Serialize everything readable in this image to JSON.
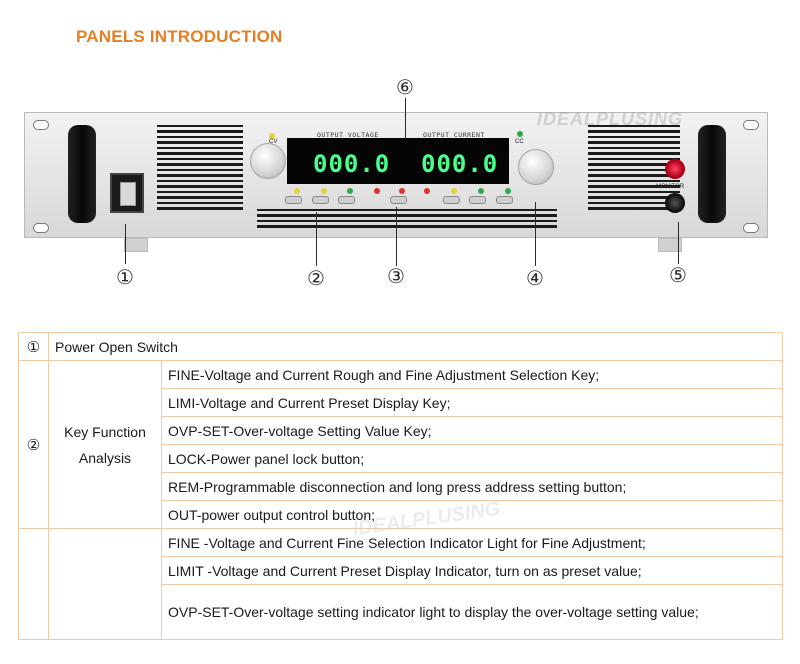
{
  "heading": "PANELS INTRODUCTION",
  "panel": {
    "display_voltage": "000.0",
    "display_current": "000.0",
    "label_voltage": "OUTPUT VOLTAGE",
    "label_current": "OUTPUT CURRENT",
    "indicator_cv": "CV",
    "indicator_cc": "CC",
    "monitor_label": "MONITOR",
    "brand_watermark": "IDEALPLUSING",
    "led_colors": [
      "#e3d23a",
      "#e3d23a",
      "#2ea84b",
      "#d9342b",
      "#d9342b",
      "#d9342b",
      "#e3d23a",
      "#2ea84b",
      "#2ea84b"
    ]
  },
  "callouts": [
    "①",
    "②",
    "③",
    "④",
    "⑤",
    "⑥"
  ],
  "table": {
    "row1": {
      "num": "①",
      "text": "Power Open Switch"
    },
    "group2": {
      "num": "②",
      "category": "Key Function Analysis",
      "items": [
        "FINE-Voltage and Current Rough and Fine Adjustment Selection Key;",
        "LIMI-Voltage and Current Preset Display Key;",
        "OVP-SET-Over-voltage Setting Value Key;",
        "LOCK-Power panel lock button;",
        "REM-Programmable disconnection and long press address setting button;",
        "OUT-power output control button;"
      ]
    },
    "group3": {
      "items": [
        "FINE -Voltage and Current Fine Selection Indicator Light for Fine Adjustment;",
        "LIMIT -Voltage and Current Preset Display Indicator, turn on as preset value;",
        "OVP-SET-Over-voltage setting indicator light to display the over-voltage setting value;"
      ]
    },
    "watermark": "IDEALPLUSING"
  },
  "colors": {
    "accent": "#e67e22",
    "digits": "#49ff8a",
    "table_border": "#f0c9a6"
  }
}
